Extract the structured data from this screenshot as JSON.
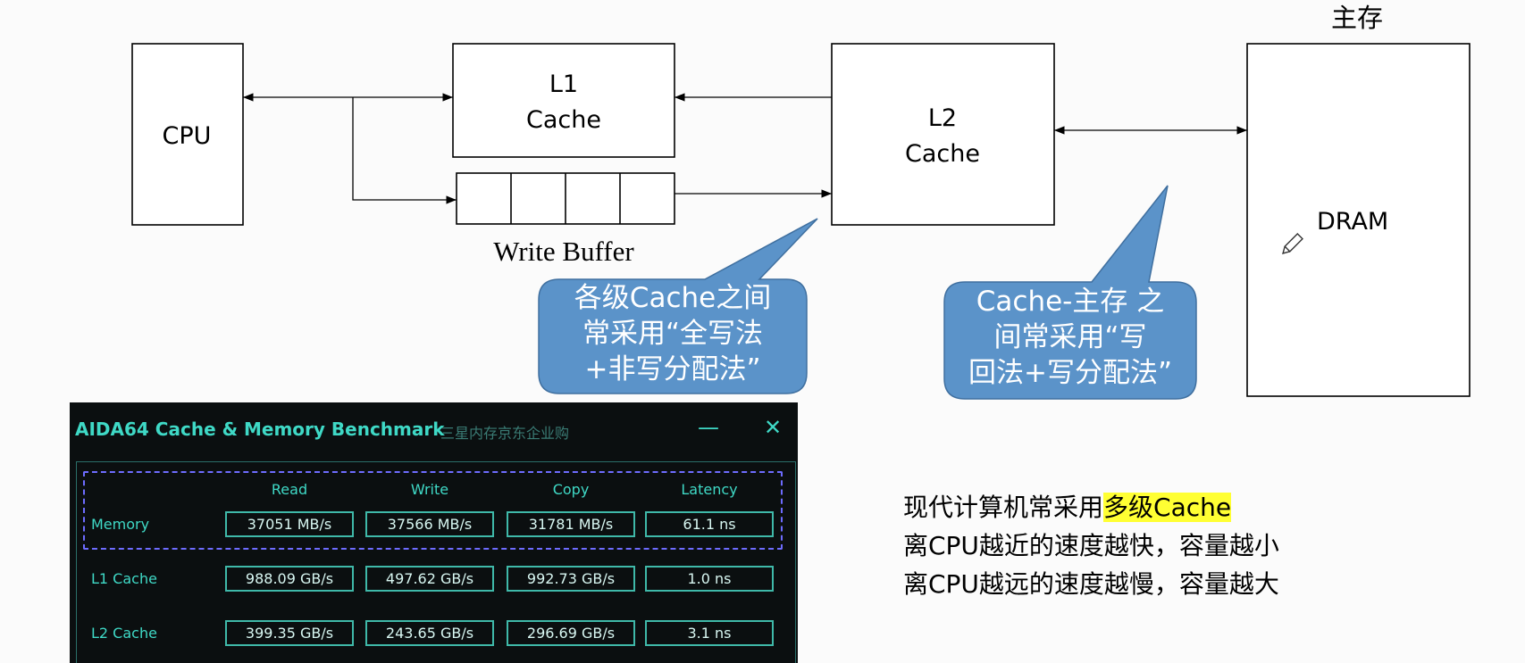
{
  "diagram": {
    "cpu_label": "CPU",
    "l1_label_line1": "L1",
    "l1_label_line2": "Cache",
    "write_buffer_label": "Write Buffer",
    "l2_label_line1": "L2",
    "l2_label_line2": "Cache",
    "main_memory_heading": "主存",
    "dram_label": "DRAM"
  },
  "callouts": {
    "left": [
      "各级Cache之间",
      "常采用“全写法",
      "+非写分配法”"
    ],
    "right": [
      "Cache-主存 之",
      "间常采用“写",
      "回法+写分配法”"
    ],
    "color": "#5b93c9"
  },
  "aida": {
    "title": "AIDA64 Cache & Memory Benchmark",
    "subtitle": "三星内存京东企业购",
    "minimize": "—",
    "close": "✕",
    "columns": [
      "Read",
      "Write",
      "Copy",
      "Latency"
    ],
    "rows": [
      {
        "label": "Memory",
        "values": [
          "37051 MB/s",
          "37566 MB/s",
          "31781 MB/s",
          "61.1 ns"
        ]
      },
      {
        "label": "L1 Cache",
        "values": [
          "988.09 GB/s",
          "497.62 GB/s",
          "992.73 GB/s",
          "1.0 ns"
        ]
      },
      {
        "label": "L2 Cache",
        "values": [
          "399.35 GB/s",
          "243.65 GB/s",
          "296.69 GB/s",
          "3.1 ns"
        ]
      }
    ],
    "accent": "#3fd9c6"
  },
  "notes": {
    "line1_prefix": "现代计算机常采用",
    "line1_highlight": "多级Cache",
    "line2": "离CPU越近的速度越快，容量越小",
    "line3": "离CPU越远的速度越慢，容量越大",
    "highlight_color": "#ffff33"
  }
}
